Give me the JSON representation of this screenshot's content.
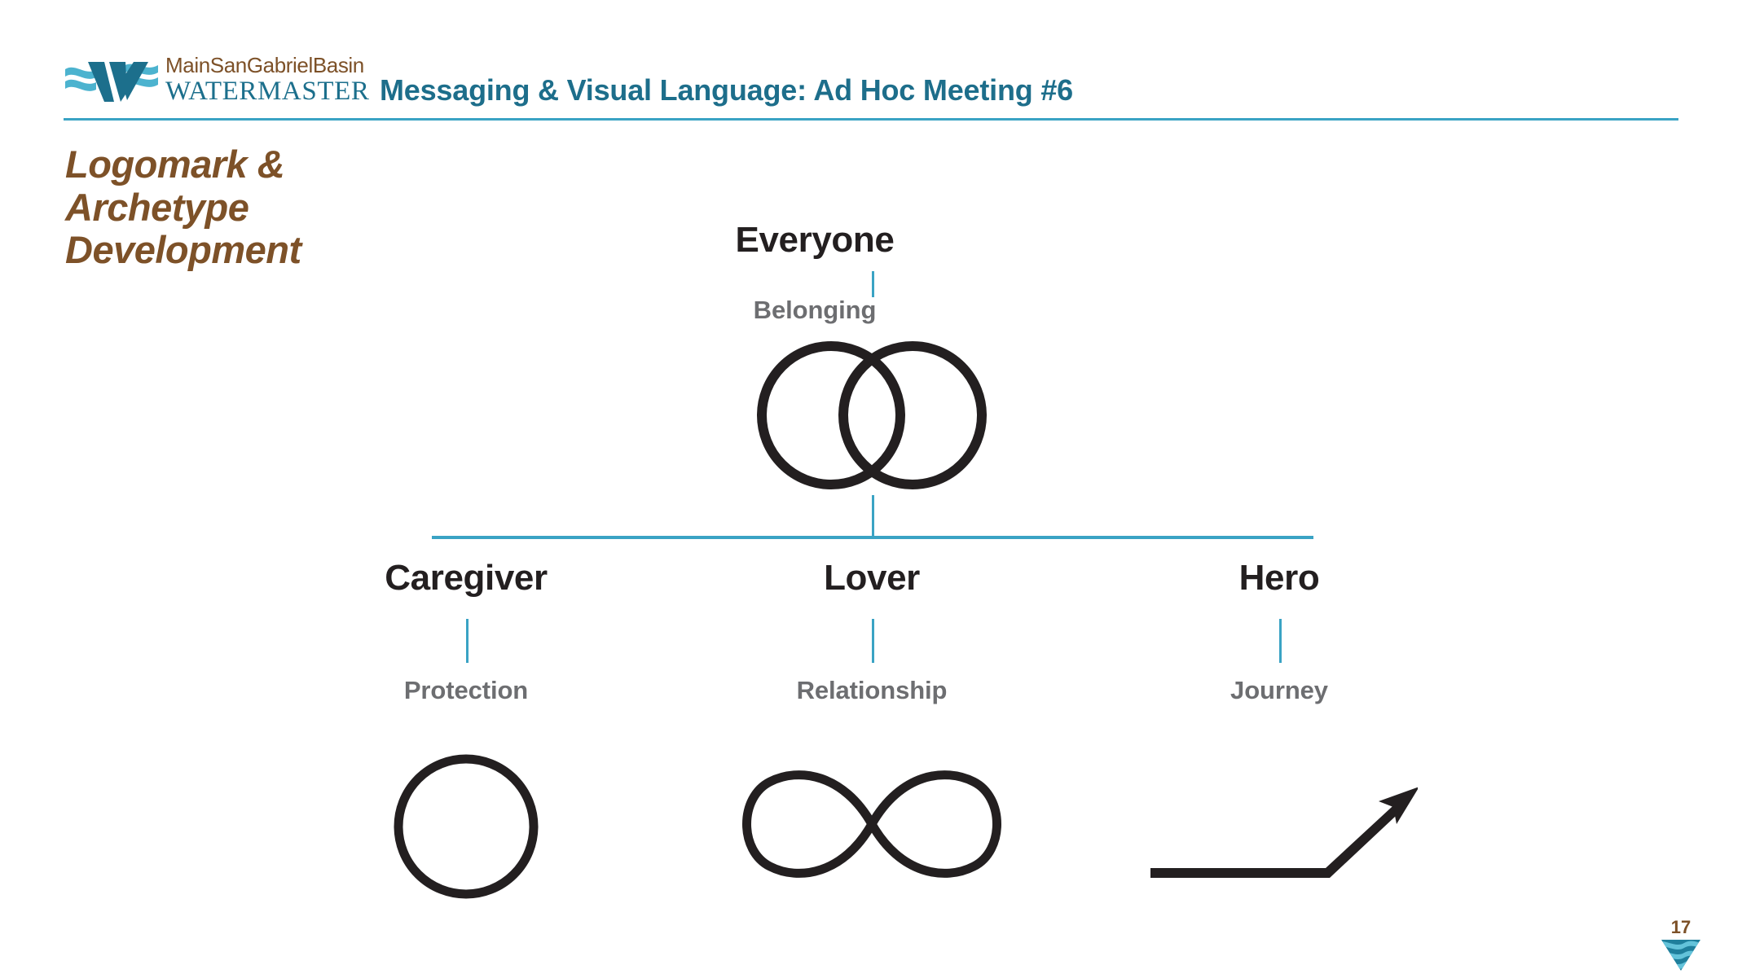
{
  "header": {
    "logo": {
      "mark_name": "watermaster-wave-logo",
      "line1": "MainSanGabrielBasin",
      "line2": "WATERMASTER",
      "line1_color": "#7d5128",
      "line2_color": "#1c6f8c",
      "wave_light": "#4cb3cf",
      "wave_dark": "#1c6f8c"
    },
    "title": "Messaging & Visual Language: Ad Hoc Meeting #6",
    "title_color": "#1d6e8b",
    "rule_color": "#3aa3c4"
  },
  "slide": {
    "title": "Logomark & Archetype Development",
    "title_color": "#7d5128"
  },
  "colors": {
    "accent_teal": "#3aa3c4",
    "ink_black": "#231f20",
    "gray_label": "#6d6e71",
    "brown": "#7d5128"
  },
  "diagram": {
    "root": {
      "title": "Everyone",
      "subtitle": "Belonging",
      "symbol": "two-overlapping-circles"
    },
    "branches": [
      {
        "title": "Caregiver",
        "subtitle": "Protection",
        "symbol": "circle"
      },
      {
        "title": "Lover",
        "subtitle": "Relationship",
        "symbol": "infinity"
      },
      {
        "title": "Hero",
        "subtitle": "Journey",
        "symbol": "rising-arrow"
      }
    ]
  },
  "footer": {
    "page_number": "17",
    "logo_name": "watermaster-triangle-wave-logo"
  }
}
